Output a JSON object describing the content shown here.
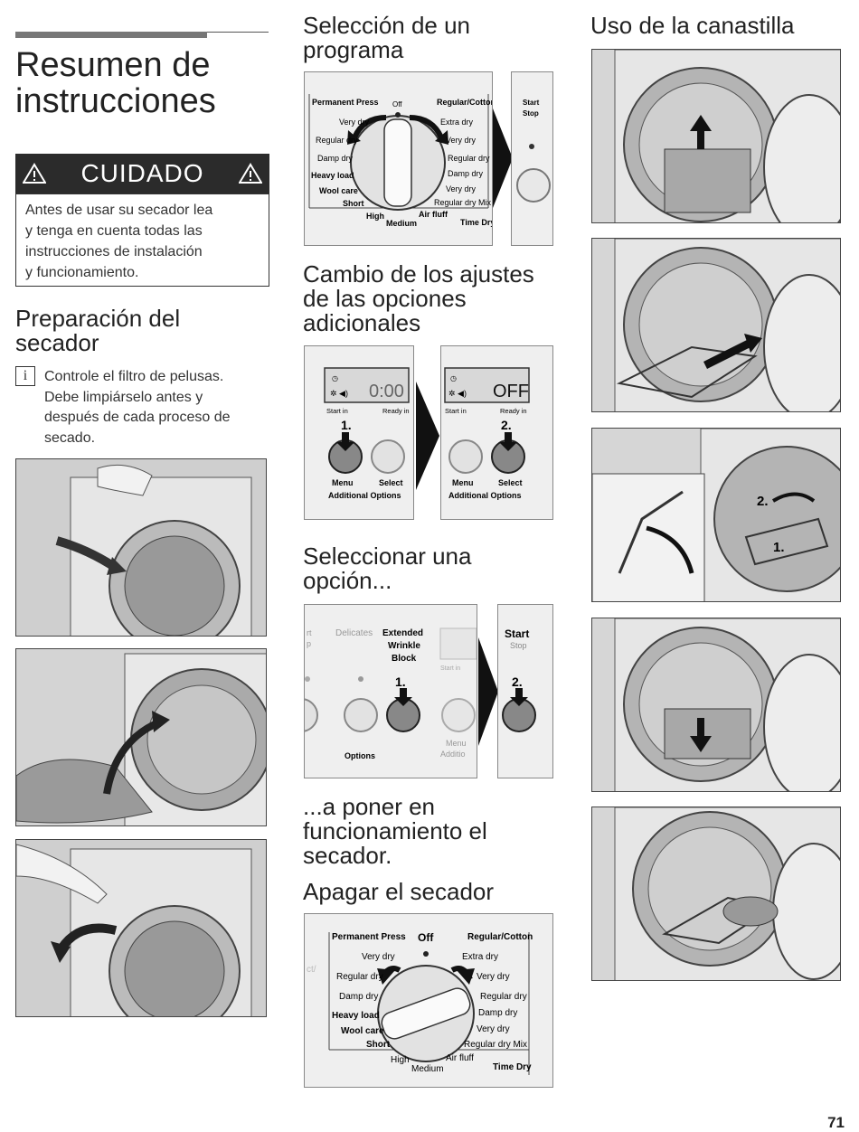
{
  "left": {
    "title_line1": "Resumen de",
    "title_line2": "instrucciones",
    "caution_label": "CUIDADO",
    "caution_text": [
      "Antes de usar su secador lea",
      "y tenga en cuenta todas las",
      "instrucciones de instalación",
      "y funcionamiento."
    ],
    "prep_heading": [
      "Preparación del",
      "secador"
    ],
    "info_symbol": "i",
    "info_text": [
      "Controle el filtro de pelusas.",
      "Debe limpiárselo antes y",
      "después de cada proceso de",
      "secado."
    ]
  },
  "middle": {
    "h_select_program": [
      "Selección de un",
      "programa"
    ],
    "h_change_settings": [
      "Cambio de los ajustes",
      "de las opciones",
      "adicionales"
    ],
    "h_select_option": [
      "Seleccionar una",
      "opción..."
    ],
    "h_start": [
      "...a poner en",
      "funcionamiento el",
      "secador."
    ],
    "h_turn_off": "Apagar el secador"
  },
  "dial": {
    "left_labels": [
      "Permanent Press",
      "Very dry",
      "Regular dry",
      "Damp dry",
      "Heavy load",
      "Wool care",
      "Short"
    ],
    "right_labels": [
      "Regular/Cotton",
      "Extra dry",
      "Very dry",
      "Regular dry",
      "Damp dry",
      "Very dry",
      "Regular dry Mix"
    ],
    "top_label": "Off",
    "bottom_labels": [
      "High",
      "Medium",
      "Air fluff",
      "Time Dry"
    ],
    "start_stop": [
      "Start",
      "Stop"
    ]
  },
  "display": {
    "time_text": "0:00",
    "off_text": "OFF",
    "start_in": "Start in",
    "ready_in": "Ready in",
    "step1": "1.",
    "step2": "2.",
    "menu_label": "Menu",
    "select_label": "Select",
    "additional_options": "Additional Options"
  },
  "option_panel": {
    "partial_left": [
      "rt",
      "p"
    ],
    "delicates": "Delicates",
    "ewb": [
      "Extended",
      "Wrinkle",
      "Block"
    ],
    "options": "Options",
    "menu_cut": [
      "Menu",
      "Additio"
    ],
    "start": "Start",
    "stop": "Stop",
    "start_in": "Start in",
    "step1": "1.",
    "step2": "2."
  },
  "off_dial": {
    "partial_left": "ct/"
  },
  "right": {
    "heading": "Uso de la canastilla",
    "step1": "1.",
    "step2": "2."
  },
  "page_number": "71",
  "colors": {
    "text": "#222222",
    "caution_bg": "#2b2b2b",
    "panel_bg": "#efefef",
    "photo_bg": "#d8d8d8"
  }
}
